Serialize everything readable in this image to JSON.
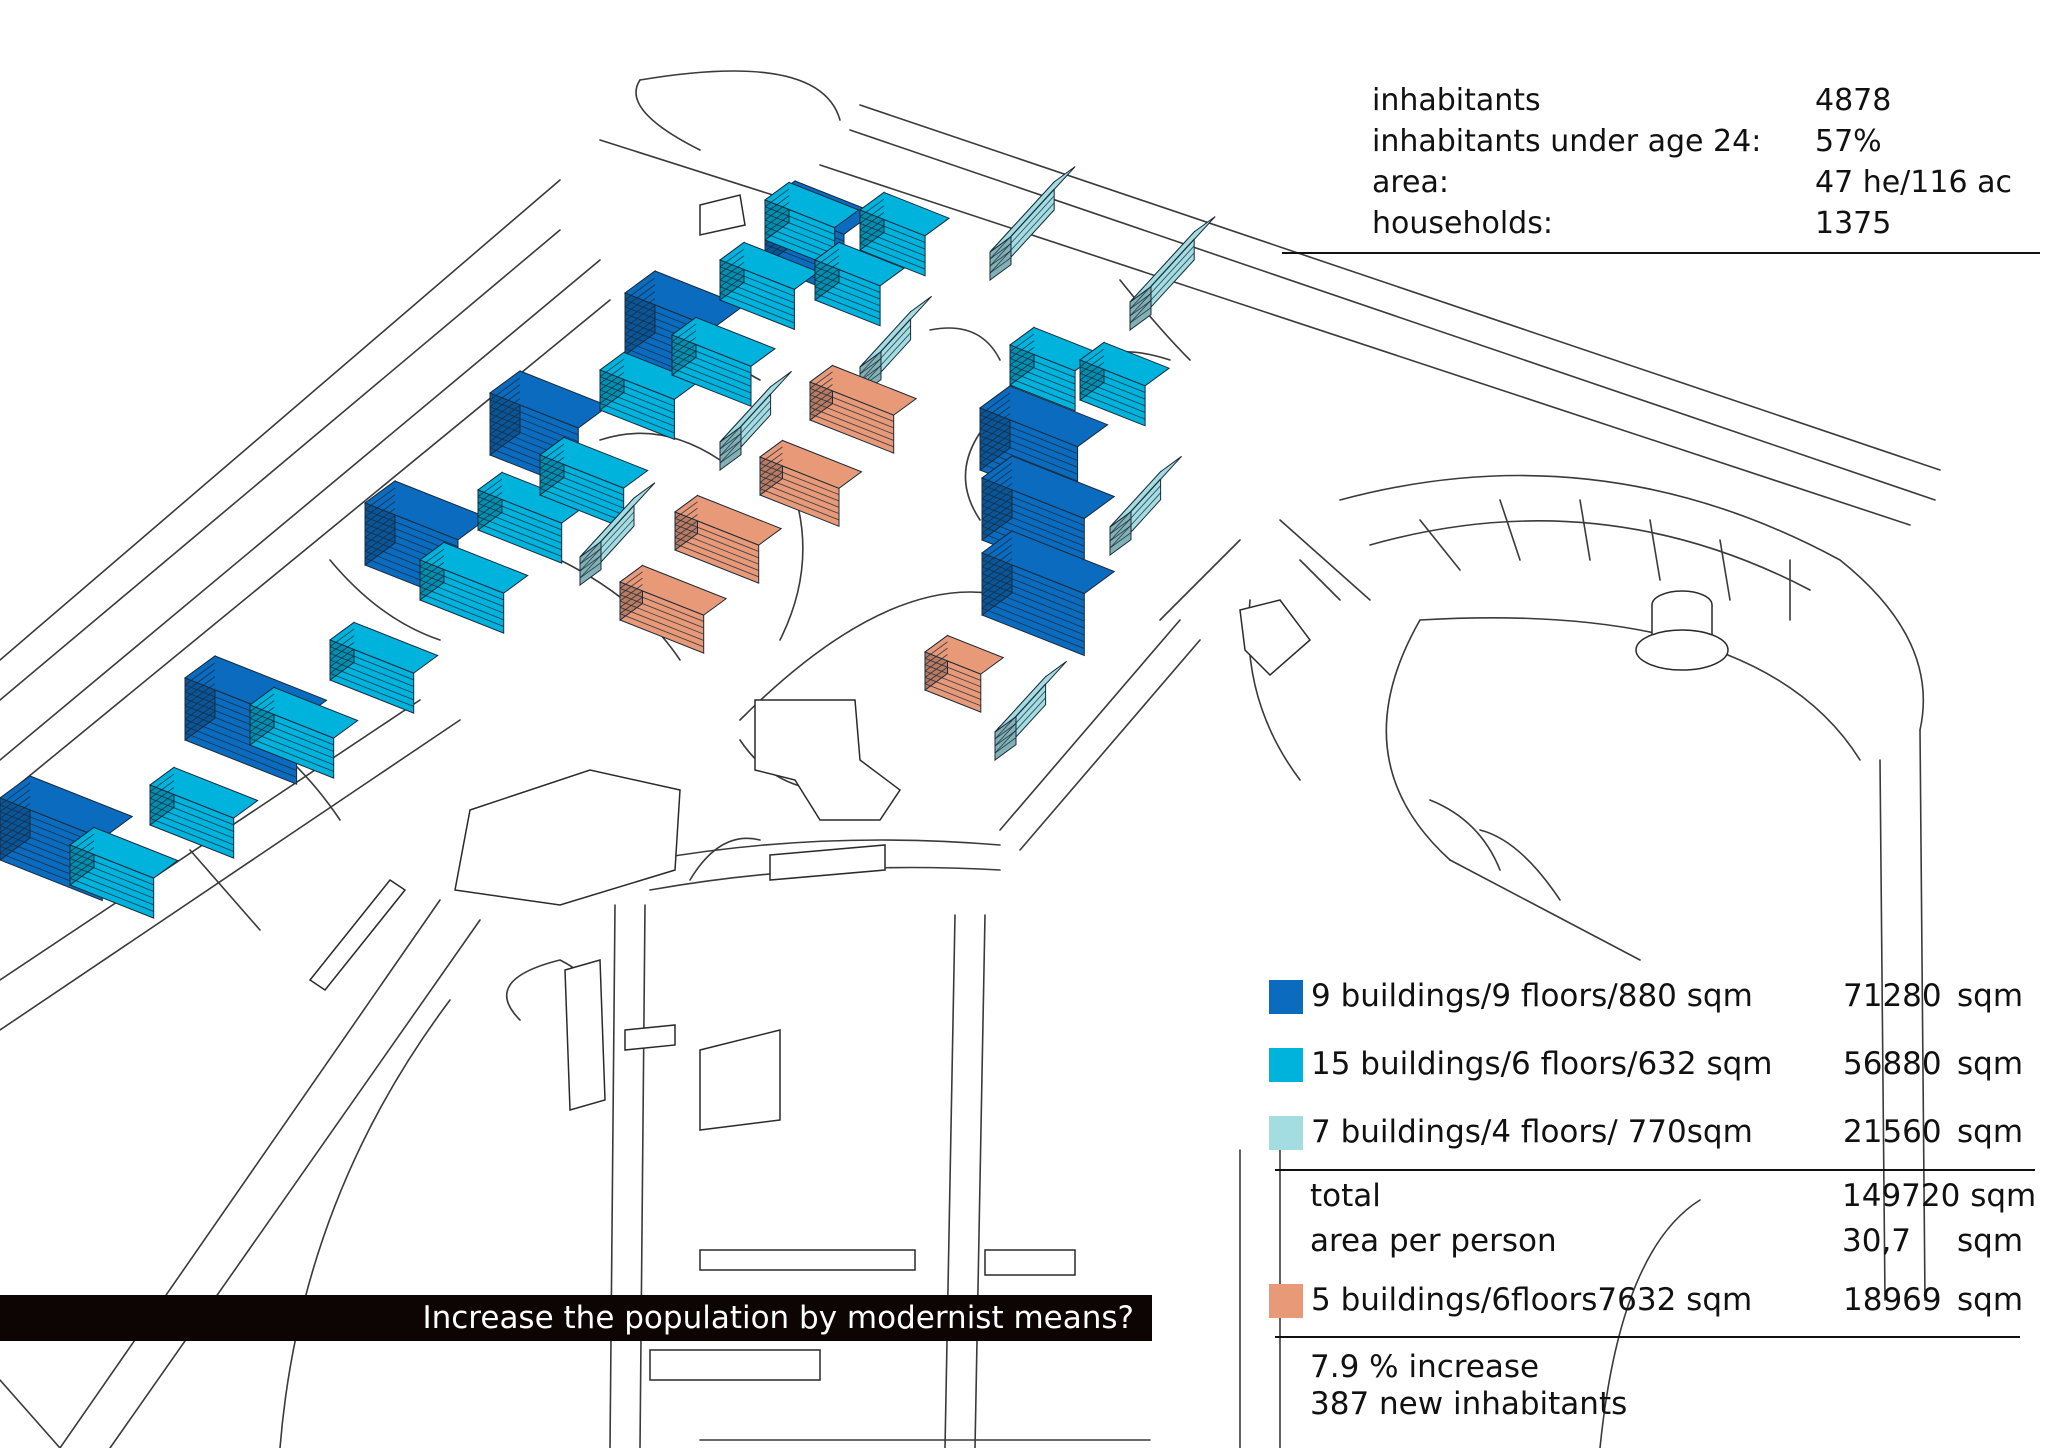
{
  "stats": [
    {
      "label": "inhabitants",
      "value": "4878"
    },
    {
      "label": "inhabitants under age 24:",
      "value": "57%"
    },
    {
      "label": "area:",
      "value": "47 he/116 ac"
    },
    {
      "label": "households:",
      "value": "1375"
    }
  ],
  "legend": {
    "categories": [
      {
        "label": "9 buildings/9 floors/880 sqm",
        "value": "71280",
        "unit": "sqm",
        "color": "#0a6bbf"
      },
      {
        "label": "15 buildings/6 floors/632 sqm",
        "value": "56880",
        "unit": "sqm",
        "color": "#00b3dd"
      },
      {
        "label": "7 buildings/4 floors/ 770sqm",
        "value": "21560",
        "unit": "sqm",
        "color": "#a3dde2"
      }
    ],
    "total": {
      "label": "total",
      "value": "149720 sqm"
    },
    "per_person": {
      "label": "area per person",
      "value": "30,7",
      "unit": "sqm"
    },
    "new": {
      "label": "5 buildings/6floors7632 sqm",
      "value": "18969",
      "unit": "sqm",
      "color": "#e89a78"
    },
    "increase_line1": "7.9 % increase",
    "increase_line2": "387 new inhabitants"
  },
  "banner": "Increase the population by modernist means?",
  "colors": {
    "floors9": "#0a6bbf",
    "floors6": "#00b3dd",
    "floors4": "#a3dde2",
    "new6": "#e89a78"
  }
}
